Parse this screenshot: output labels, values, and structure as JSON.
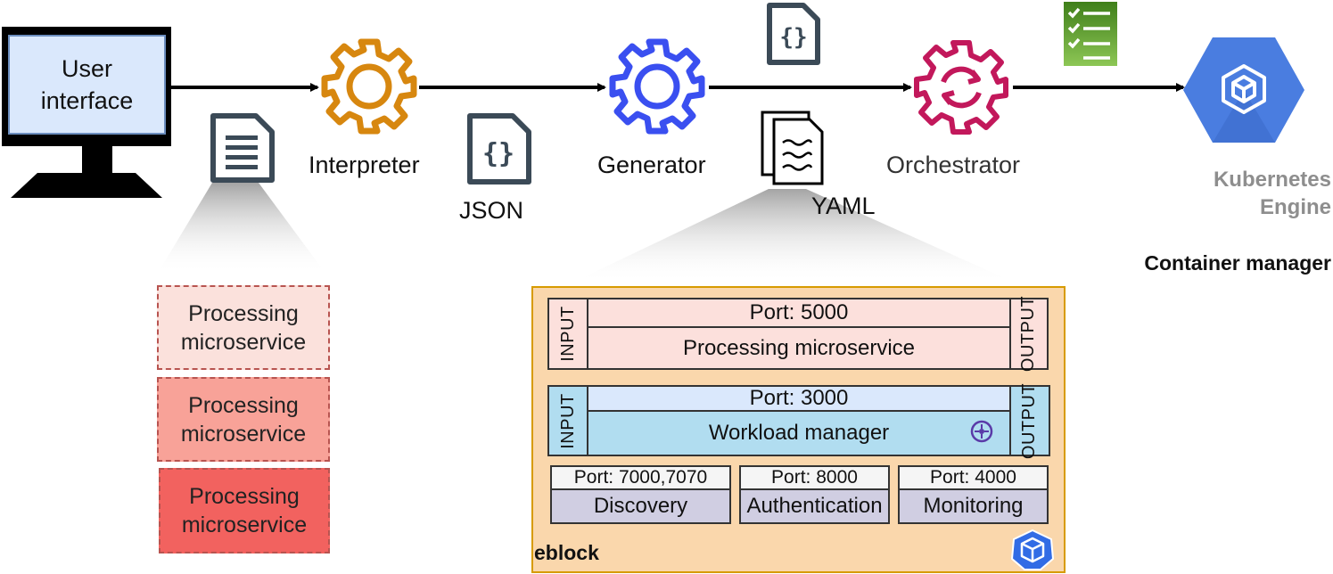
{
  "pipeline": {
    "user_interface": "User\ninterface",
    "interpreter": "Interpreter",
    "json": "JSON",
    "generator": "Generator",
    "yaml": "YAML",
    "orchestrator": "Orchestrator",
    "kubernetes": "Kubernetes\nEngine",
    "container_manager": "Container manager"
  },
  "processing_stack": [
    {
      "label": "Processing\nmicroservice",
      "color": "#fbe1dc"
    },
    {
      "label": "Processing\nmicroservice",
      "color": "#f8a298"
    },
    {
      "label": "Processing\nmicroservice",
      "color": "#f2625f"
    }
  ],
  "eblock": {
    "title": "eblock",
    "input_label": "INPUT",
    "output_label": "OUTPUT",
    "processing": {
      "port": "Port: 5000",
      "name": "Processing microservice"
    },
    "workload": {
      "port": "Port: 3000",
      "name": "Workload manager"
    },
    "services": [
      {
        "port": "Port: 7000,7070",
        "name": "Discovery"
      },
      {
        "port": "Port: 8000",
        "name": "Authentication"
      },
      {
        "port": "Port: 4000",
        "name": "Monitoring"
      }
    ]
  },
  "colors": {
    "interpreter_gear": "#d7870f",
    "generator_gear": "#3a4ff0",
    "orchestrator_gear": "#c2185b",
    "kubernetes": "#4a7de0",
    "checklist": "#5a9c2a"
  },
  "icons": [
    "monitor-icon",
    "document-icon",
    "json-file-icon",
    "yaml-files-icon",
    "gear-icon",
    "refresh-gear-icon",
    "checklist-icon",
    "kubernetes-engine-icon",
    "kubernetes-cube-icon",
    "network-icon"
  ]
}
